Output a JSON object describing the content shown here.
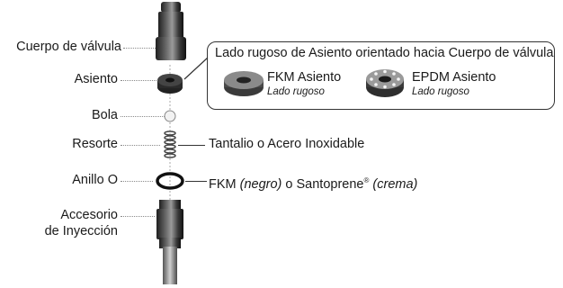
{
  "labels": {
    "body": "Cuerpo de válvula",
    "seat": "Asiento",
    "ball": "Bola",
    "spring": "Resorte",
    "oring": "Anillo O",
    "fitting_line1": "Accesorio",
    "fitting_line2": "de Inyección"
  },
  "callout": {
    "title": "Lado rugoso de Asiento orientado hacia Cuerpo de válvula",
    "seats": [
      {
        "name": "FKM Asiento",
        "note": "Lado rugoso"
      },
      {
        "name": "EPDM Asiento",
        "note": "Lado rugoso"
      }
    ]
  },
  "spring_material": "Tantalio o Acero Inoxidable",
  "oring_material": {
    "part1": "FKM ",
    "part2": "(negro)",
    "part3": " o Santoprene",
    "reg": "®",
    "part4": " (crema)"
  }
}
